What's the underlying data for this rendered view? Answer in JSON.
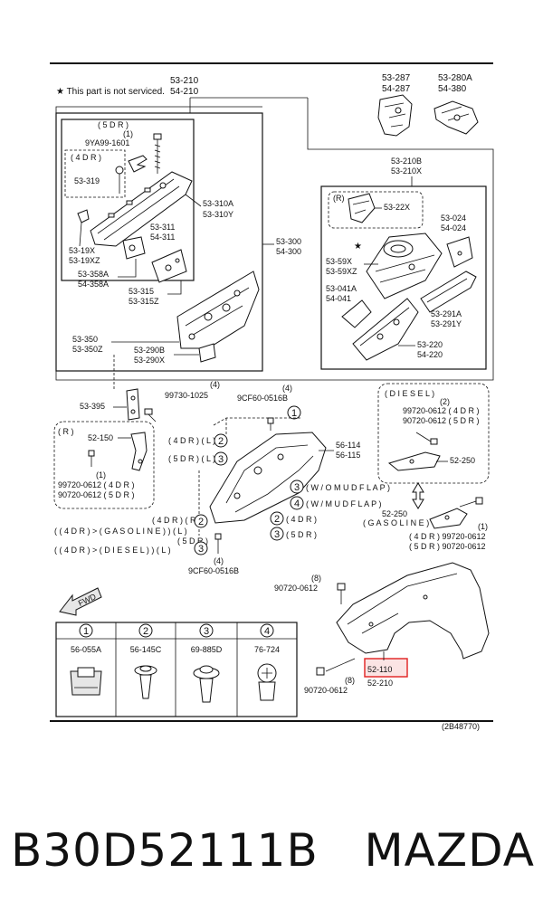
{
  "notice": "★ This part is not serviced.",
  "diagram_code": "(2B48770)",
  "footer": {
    "part_number": "B30D52111B",
    "brand": "MAZDA"
  },
  "highlight_color": "#e02020",
  "labels": {
    "top_a1": "53-210",
    "top_a2": "54-210",
    "top_b1": "53-287",
    "top_b2": "54-287",
    "top_c1": "53-280A",
    "top_c2": "54-380",
    "five_dr": "( 5 D R )",
    "one_1": "(1)",
    "ya": "9YA99-1601",
    "four_dr": "( 4 D R )",
    "p53319": "53-319",
    "p5310a": "53-310A",
    "p5310y": "53-310Y",
    "p53311": "53-311",
    "p54311": "54-311",
    "p5319x": "53-19X",
    "p5319xz": "53-19XZ",
    "p53358a": "53-358A",
    "p54358a": "54-358A",
    "p53315": "53-315",
    "p53315z": "53-315Z",
    "p53300": "53-300",
    "p54300": "54-300",
    "p53350": "53-350",
    "p53350z": "53-350Z",
    "p53290b": "53-290B",
    "p53290x": "53-290X",
    "p53210b": "53-210B",
    "p53210x": "53-210X",
    "r_tag": "(R)",
    "p5322x": "53-22X",
    "p53024": "53-024",
    "p54024": "54-024",
    "p5359x": "53-59X",
    "p5359xz": "53-59XZ",
    "p53041a": "53-041A",
    "p54041": "54-041",
    "p53291a": "53-291A",
    "p53291y": "53-291Y",
    "p53220": "53-220",
    "p54220": "54-220",
    "p53395": "53-395",
    "four_a": "(4)",
    "p99730": "99730-1025",
    "four_b": "(4)",
    "p9cf60a": "9CF60-0516B",
    "diesel": "( D I E S E L )",
    "two_a": "(2)",
    "p99720_4dr": "99720-0612 ( 4 D R )",
    "p90720_5dr": "90720-0612 ( 5 D R )",
    "r_tag2": "( R )",
    "p52150": "52-150",
    "four_dr_l": "( 4 D R ) ( L )",
    "five_dr_l": "( 5 D R ) ( L )",
    "p56114": "56-114",
    "p56115": "56-115",
    "one_b": "(1)",
    "p99720_4dr_b": "99720-0612 ( 4 D R )",
    "p90720_5dr_b": "90720-0612 ( 5 D R )",
    "wo_mud": "( W / O   M U D   F L A P )",
    "w_mud": "( W / M U D   F L A P )",
    "p52250": "52-250",
    "p52250b": "52-250",
    "gasoline": "( G A S O L I N E )",
    "four_dr_r": "( 4 D R ) ( R )",
    "gas_line": "( ( 4 D R ) > ( G A S O L I N E ) ) ( L )",
    "five_dr_r": "( 5 D R )",
    "diesel_line": "( ( 4 D R ) > ( D I E S E L ) ) ( L )",
    "four_dr_c": "( 4 D R )",
    "five_dr_c": "( 5 D R )",
    "p9cf60b": "9CF60-0516B",
    "one_c": "(1)",
    "p99720_4dr_c": "( 4 D R ) 99720-0612",
    "p90720_5dr_c": "( 5 D R ) 90720-0612",
    "eight_a": "(8)",
    "p90720_a": "90720-0612",
    "eight_b": "(8)",
    "p90720_b": "90720-0612",
    "p52110": "52-110",
    "p52210": "52-210",
    "fwd": "FWD"
  },
  "fasteners_table": [
    {
      "num": "1",
      "part": "56-055A"
    },
    {
      "num": "2",
      "part": "56-145C"
    },
    {
      "num": "3",
      "part": "69-885D"
    },
    {
      "num": "4",
      "part": "76-724"
    }
  ],
  "circled": {
    "n1": "1",
    "n2": "2",
    "n3": "3",
    "n4": "4"
  }
}
